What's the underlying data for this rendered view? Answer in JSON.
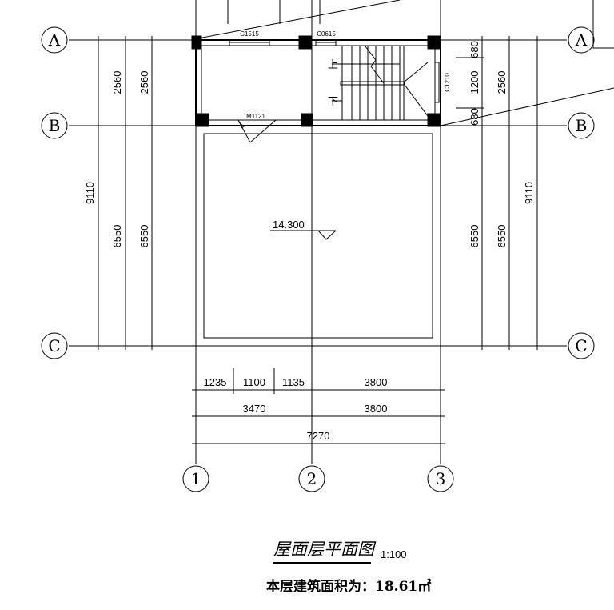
{
  "axes": {
    "rows": [
      "A",
      "B",
      "C"
    ],
    "cols": [
      "1",
      "2",
      "3"
    ]
  },
  "labels": {
    "window_c1515": "C1515",
    "window_c0615": "C0615",
    "window_c1210": "C1210",
    "door_m1121": "M1121",
    "stair_up": "上",
    "stair_down": "下",
    "elevation": "14.300"
  },
  "dimensions": {
    "left": {
      "ab_inner": "2560",
      "ab_mid": "2560",
      "bc_inner": "6550",
      "bc_mid": "6550",
      "total": "9110"
    },
    "right": {
      "a_680": "680",
      "stair_1200": "1200",
      "b_680": "680",
      "ab_mid": "2560",
      "bc_inner": "6550",
      "bc_mid": "6550",
      "total": "9110"
    },
    "bottom": {
      "row1": [
        "1235",
        "1100",
        "1135",
        "3800"
      ],
      "row2": [
        "3470",
        "3800"
      ],
      "total": "7270"
    }
  },
  "footer": {
    "title": "屋面层平面图",
    "scale": "1:100",
    "area_text": "本层建筑面积为：18.61㎡"
  }
}
